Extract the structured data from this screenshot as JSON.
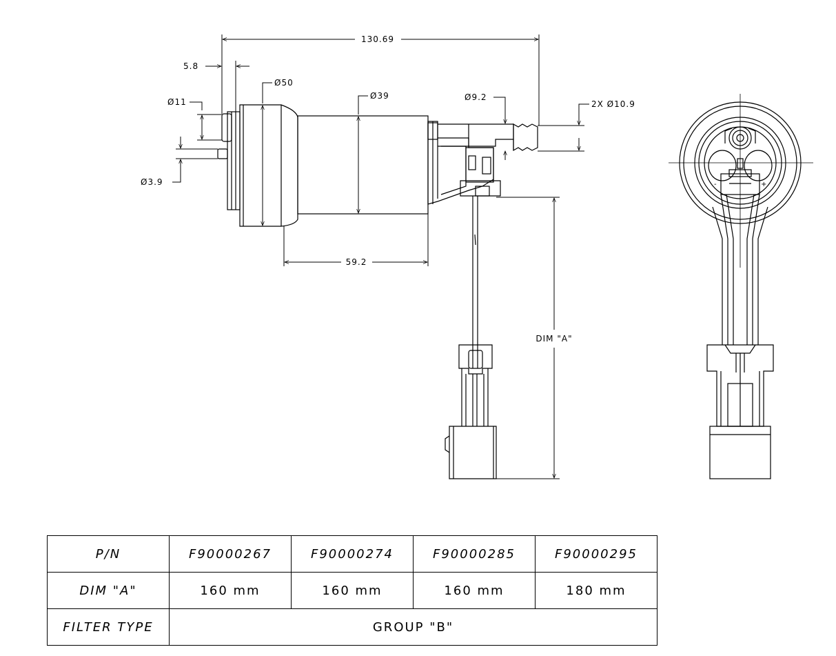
{
  "dimensions": {
    "overall_length": "130.69",
    "flange_offset": "5.8",
    "dia_50": "Ø50",
    "dia_39": "Ø39",
    "dia_11": "Ø11",
    "dia_3_9": "Ø3.9",
    "dia_9_2": "Ø9.2",
    "dia_10_9": "2X Ø10.9",
    "body_length": "59.2",
    "dim_a": "DIM \"A\""
  },
  "table": {
    "pn_label": "P/N",
    "dim_label": "DIM \"A\"",
    "filter_label": "FILTER TYPE",
    "part_numbers": [
      "F90000267",
      "F90000274",
      "F90000285",
      "F90000295"
    ],
    "dim_values": [
      "160 mm",
      "160 mm",
      "160 mm",
      "180 mm"
    ],
    "filter_value": "GROUP \"B\""
  }
}
